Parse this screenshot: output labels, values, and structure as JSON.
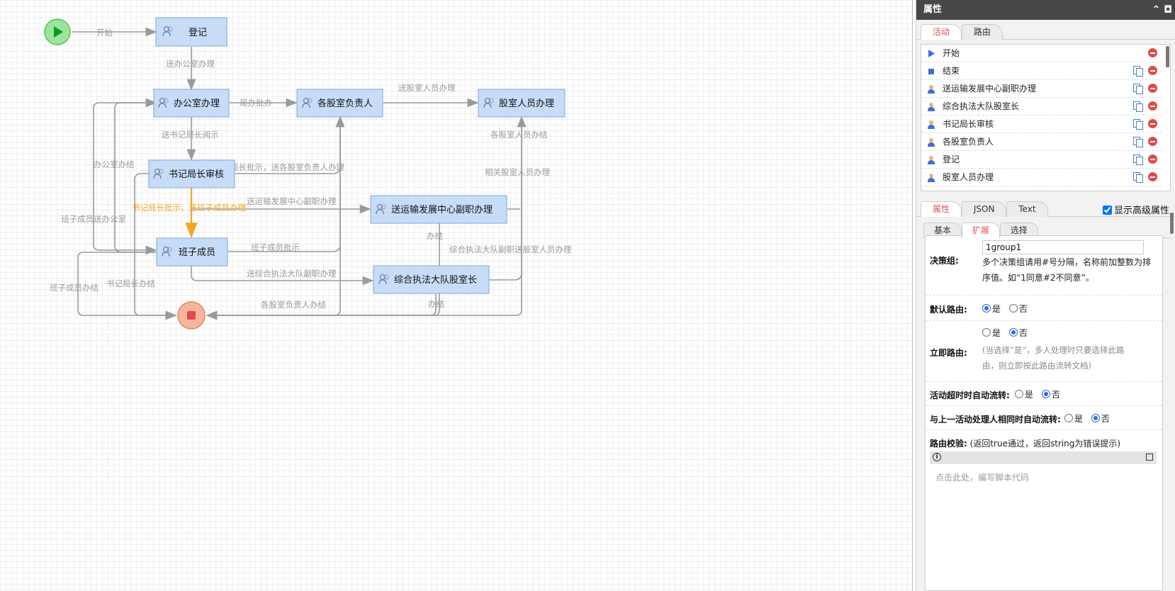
{
  "flow": {
    "nodes": {
      "register": "登记",
      "office": "办公室办理",
      "section_heads": "各股室负责人",
      "section_staff": "股室人员办理",
      "secretary": "书记局长审核",
      "transport": "送运输发展中心副职办理",
      "team": "班子成员",
      "enforce": "综合执法大队股室长"
    },
    "edges": {
      "start": "开始",
      "to_office": "送办公室办理",
      "bureau_approve": "局办批办",
      "to_staff": "送股室人员办理",
      "to_secretary": "送书记局长阅示",
      "office_end": "办公室办结",
      "sec_to_heads": "书记局长批示，送各股室负责人办理",
      "staff_end": "各股室人员办结",
      "related_staff": "相关股室人员办理",
      "sec_to_team": "书记局长批示，送班子成员办理",
      "to_transport": "送运输发展中心副职办理",
      "team_to_office": "班子成员送办公室",
      "transport_end": "办结",
      "team_approve": "班子成员批示",
      "enforce_to_staff": "综合执法大队副职送股室人员办理",
      "to_enforce": "送综合执法大队副职办理",
      "team_end": "班子成员办结",
      "sec_end": "书记局长办结",
      "heads_end": "各股室负责人办结",
      "enforce_end": "办结"
    }
  },
  "panel": {
    "title": "属性",
    "header_icons": "⌃ ◘",
    "tabs": [
      "活动",
      "路由"
    ],
    "activities": [
      {
        "label": "开始",
        "icon": "play-icon"
      },
      {
        "label": "结束",
        "icon": "stop-icon"
      },
      {
        "label": "送运输发展中心副职办理",
        "icon": "user-icon"
      },
      {
        "label": "综合执法大队股室长",
        "icon": "user-icon"
      },
      {
        "label": "书记局长审核",
        "icon": "user-icon"
      },
      {
        "label": "各股室负责人",
        "icon": "user-icon"
      },
      {
        "label": "登记",
        "icon": "user-icon"
      },
      {
        "label": "股室人员办理",
        "icon": "user-icon"
      }
    ],
    "prop_tabs": [
      "属性",
      "JSON",
      "Text"
    ],
    "advanced_label": "显示高级属性",
    "advanced_checked": true,
    "sub_tabs": [
      "基本",
      "扩展",
      "选择"
    ],
    "form": {
      "decision_label": "决策组:",
      "decision_value": "1group1",
      "decision_hint_1": "多个决策组请用#号分隔，名称前加整数为排",
      "decision_hint_2": "序值。如“1同意#2不同意”。",
      "default_route_label": "默认路由:",
      "immediate_route_label": "立即路由:",
      "immediate_hint_1": "(当选择“是”，多人处理时只要选择此路",
      "immediate_hint_2": "由，则立即按此路由流转文档)",
      "timeout_label": "活动超时时自动流转:",
      "same_handler_label": "与上一活动处理人相同时自动流转:",
      "route_check_label": "路由校验:",
      "route_check_hint": "(返回true通过，返回string为错误提示)",
      "code_placeholder": "点击此处，编写脚本代码",
      "yes": "是",
      "no": "否"
    }
  }
}
